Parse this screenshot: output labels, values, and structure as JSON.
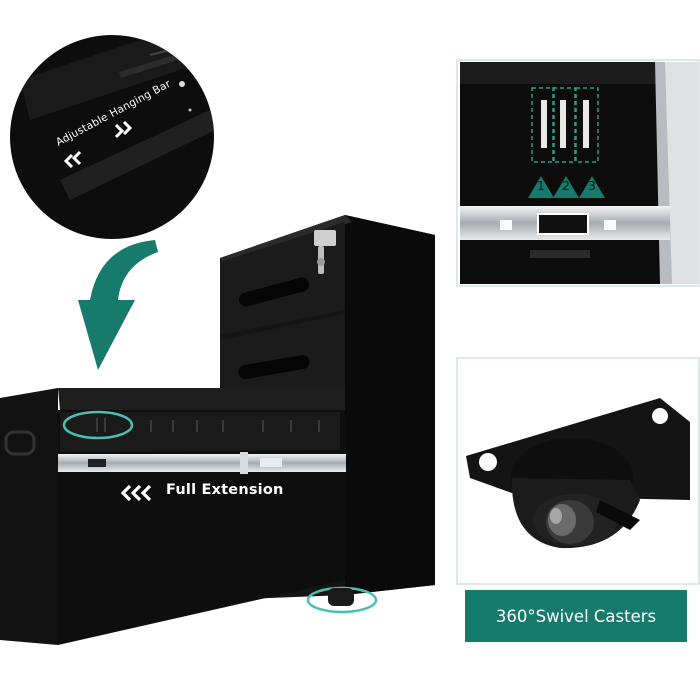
{
  "callouts": {
    "hanging_bar": "Adjustable Hanging Bar",
    "full_extension": "Full Extension",
    "casters": "360°Swivel Casters"
  },
  "slot_numbers": [
    "1",
    "2",
    "3"
  ],
  "colors": {
    "accent": "#167a6c",
    "cabinet": "#111111",
    "rail": "#c9ccce",
    "frame": "#cfe3df"
  },
  "icons": {
    "left_chevrons": "double-chevron-left-icon",
    "right_chevrons": "double-chevron-right-icon",
    "triple_chevrons": "triple-chevron-left-icon",
    "curved_arrow": "curved-down-arrow-icon"
  }
}
